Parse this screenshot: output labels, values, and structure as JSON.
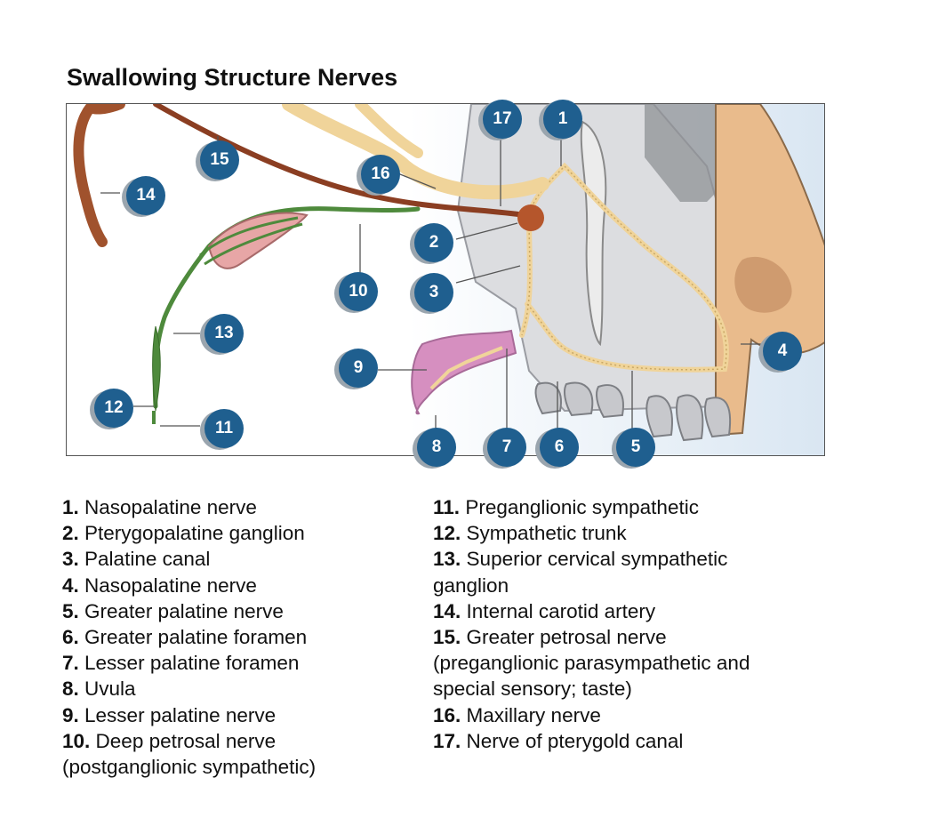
{
  "title": "Swallowing Structure Nerves",
  "labels": [
    {
      "num": "1.",
      "text": "Nasopalatine nerve"
    },
    {
      "num": "2.",
      "text": "Pterygopalatine ganglion"
    },
    {
      "num": "3.",
      "text": "Palatine canal"
    },
    {
      "num": "4.",
      "text": "Nasopalatine nerve"
    },
    {
      "num": "5.",
      "text": "Greater palatine nerve"
    },
    {
      "num": "6.",
      "text": "Greater palatine foramen"
    },
    {
      "num": "7.",
      "text": "Lesser palatine foramen"
    },
    {
      "num": "8.",
      "text": "Uvula"
    },
    {
      "num": "9.",
      "text": "Lesser palatine nerve"
    },
    {
      "num": "10.",
      "text": "Deep petrosal nerve (postganglionic sympathetic)"
    },
    {
      "num": "11.",
      "text": "Preganglionic sympathetic"
    },
    {
      "num": "12.",
      "text": "Sympathetic trunk"
    },
    {
      "num": "13.",
      "text": "Superior cervical sympathetic ganglion"
    },
    {
      "num": "14.",
      "text": "Internal carotid artery"
    },
    {
      "num": "15.",
      "text": "Greater petrosal nerve (preganglionic parasympathetic and special sensory; taste)"
    },
    {
      "num": "16.",
      "text": "Maxillary nerve"
    },
    {
      "num": "17.",
      "text": "Nerve of pterygold canal"
    }
  ],
  "badges": [
    "1",
    "2",
    "3",
    "4",
    "5",
    "6",
    "7",
    "8",
    "9",
    "10",
    "11",
    "12",
    "13",
    "14",
    "15",
    "16",
    "17"
  ],
  "colors": {
    "badge": "#1f5f8f",
    "badge_shadow": "#9aa5ae",
    "carotid_artery": "#a0522d",
    "sympathetic_nerve": "#4e8a3c",
    "cranial_nerve": "#f0d49a",
    "uvula": "#d68fc0",
    "nose_skin": "#e8b88a",
    "skull_bone": "#d9dadc",
    "background_tint": "#d9e6f2"
  }
}
